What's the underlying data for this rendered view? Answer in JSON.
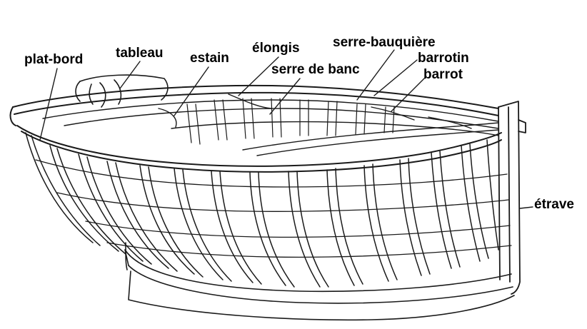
{
  "diagram": {
    "labels": {
      "plat_bord": "plat-bord",
      "tableau": "tableau",
      "estain": "estain",
      "elongis": "élongis",
      "serre_de_banc": "serre de banc",
      "serre_bauquiere": "serre-bauquière",
      "barrotin": "barrotin",
      "barrot": "barrot",
      "etrave": "étrave"
    },
    "colors": {
      "line": "#1a1a1a",
      "background": "#ffffff"
    }
  }
}
